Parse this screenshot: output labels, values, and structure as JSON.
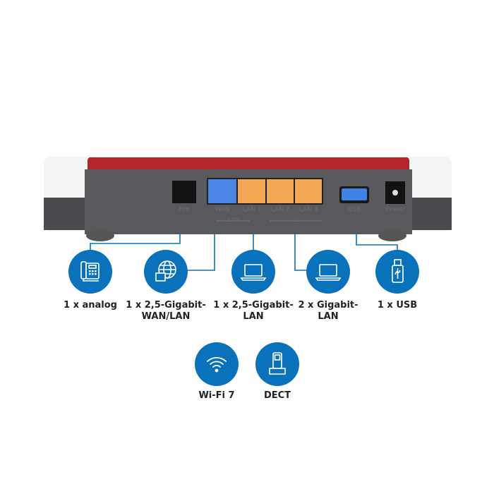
{
  "router": {
    "ports": [
      {
        "label": "Fon",
        "color": "#111111"
      },
      {
        "label": "WAN",
        "color": "#3f7de0"
      },
      {
        "label": "LAN 1",
        "color": "#f2a34f"
      },
      {
        "label": "LAN 2",
        "color": "#f2a34f"
      },
      {
        "label": "LAN 3",
        "color": "#f2a34f"
      },
      {
        "label": "USB",
        "color": "#2f7de0"
      },
      {
        "label": "Power",
        "color": "#111111"
      }
    ],
    "groups": [
      {
        "label": "2.5G"
      },
      {
        "label": "1G"
      }
    ],
    "accent_color": "#c0282d"
  },
  "features": [
    {
      "icon": "phone-icon",
      "label": "1 x analog"
    },
    {
      "icon": "globe-port-icon",
      "label": "1 x 2,5-Gigabit-\nWAN/LAN"
    },
    {
      "icon": "laptop-icon",
      "label": "1 x 2,5-Gigabit-\nLAN"
    },
    {
      "icon": "laptop-icon",
      "label": "2 x Gigabit-\nLAN"
    },
    {
      "icon": "usb-stick-icon",
      "label": "1 x USB"
    },
    {
      "icon": "wifi-icon",
      "label": "Wi-Fi 7"
    },
    {
      "icon": "dect-phone-icon",
      "label": "DECT"
    }
  ],
  "icon_color": "#0a72bb"
}
